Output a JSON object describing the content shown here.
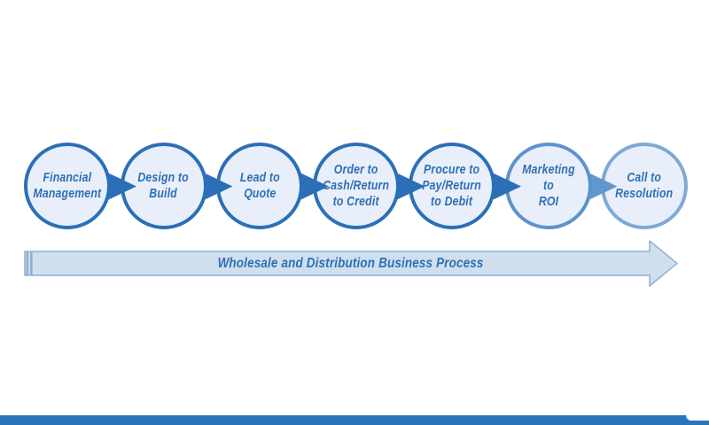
{
  "diagram": {
    "banner": {
      "label": "Wholesale and Distribution Business Process"
    },
    "steps": [
      {
        "label": "Financial\nManagement"
      },
      {
        "label": "Design to\nBuild"
      },
      {
        "label": "Lead to\nQuote"
      },
      {
        "label": "Order to\nCash/Return\nto Credit"
      },
      {
        "label": "Procure to\nPay/Return\nto Debit"
      },
      {
        "label": "Marketing to\nROI"
      },
      {
        "label": "Call to\nResolution"
      }
    ],
    "colors": {
      "step_text": "#2e6fb5",
      "circle_fill": "#e9effa",
      "step_borders": [
        "#2a70b8",
        "#2a70b8",
        "#2a70b8",
        "#2a70b8",
        "#2a70b8",
        "#5b93cb",
        "#7fa9d6"
      ],
      "connectors": [
        "#2a70b8",
        "#2a70b8",
        "#2a70b8",
        "#2a70b8",
        "#2a70b8",
        "#5f97cf"
      ],
      "banner_fill": "#cfdfee",
      "banner_border": "#8fafd6",
      "banner_tail_stripe": "#93aecd",
      "banner_text": "#2e6fb5",
      "bottom_bar": "#2a74ba"
    }
  }
}
